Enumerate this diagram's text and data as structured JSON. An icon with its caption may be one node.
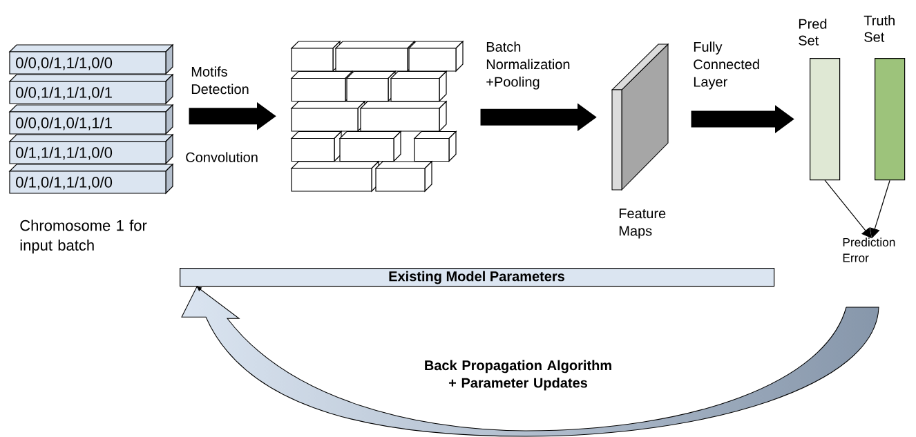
{
  "diagram": {
    "nodes": [
      {
        "text": [
          "0/0,0/1,1/1,0/0"
        ]
      },
      {
        "text": [
          "0/0,1/1,1/1,0/1"
        ]
      },
      {
        "text": [
          "0/0,0/1,0/1,1/1"
        ]
      },
      {
        "text": [
          "0/1,1/1,1/1,0/0"
        ]
      },
      {
        "text": [
          "0/1,0/1,1/1,0/0"
        ]
      },
      {
        "text": [],
        "shape": "picture"
      },
      {
        "text": [],
        "shape": "picture",
        "beside": [
          "Feature Maps"
        ]
      },
      {
        "text": [
          "Pred Set"
        ]
      },
      {
        "text": [
          "Truth Set"
        ]
      },
      {
        "text": [
          "Prediction Error"
        ]
      },
      {
        "text": [
          "Existing Model Parameters"
        ]
      }
    ],
    "edges": [
      {
        "from": 2,
        "to": 5,
        "arrow": "to",
        "label": "Motifs Detection",
        "style": "thick"
      },
      {
        "from": 5,
        "to": 6,
        "arrow": "to",
        "label": "Batch Normalization +Pooling",
        "style": "thick"
      },
      {
        "from": 6,
        "to": 7,
        "arrow": "to",
        "label": "Fully Connected Layer",
        "style": "thick"
      },
      {
        "from": 7,
        "to": 9,
        "arrow": "to"
      },
      {
        "from": 8,
        "to": 9,
        "arrow": "to"
      },
      {
        "from": null,
        "to": 10,
        "arrow": "to",
        "label": "Back Propagation Algorithm + Parameter Updates"
      }
    ],
    "labels": [
      "Convolution",
      "Chromosome 1 for input batch"
    ]
  }
}
